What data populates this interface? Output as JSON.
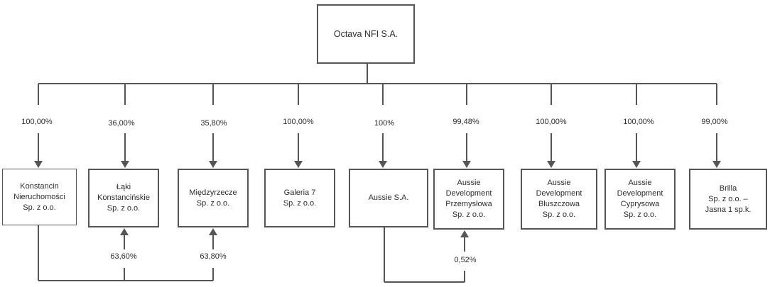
{
  "root": {
    "label": "Octava NFI S.A."
  },
  "subsidiaries": [
    {
      "label": "Konstancin\nNieruchomości\nSp. z o.o.",
      "ownership": "100,00%"
    },
    {
      "label": "Łąki\nKonstancińskie\nSp. z o.o.",
      "ownership": "36,00%",
      "cross_ownership": "63,60%"
    },
    {
      "label": "Międzyrzecze\nSp. z o.o.",
      "ownership": "35,80%",
      "cross_ownership": "63,80%"
    },
    {
      "label": "Galeria 7\nSp. z o.o.",
      "ownership": "100,00%"
    },
    {
      "label": "Aussie S.A.",
      "ownership": "100%"
    },
    {
      "label": "Aussie\nDevelopment\nPrzemysłowa\nSp. z o.o.",
      "ownership": "99,48%",
      "cross_ownership": "0,52%"
    },
    {
      "label": "Aussie\nDevelopment\nBluszczowa\nSp. z o.o.",
      "ownership": "100,00%"
    },
    {
      "label": "Aussie\nDevelopment\nCyprysowa\nSp. z o.o.",
      "ownership": "100,00%"
    },
    {
      "label": "Brilla\nSp. z o.o. –\nJasna 1 sp.k.",
      "ownership": "99,00%"
    }
  ],
  "colors": {
    "line": "#555555",
    "text": "#2b2b2b"
  }
}
